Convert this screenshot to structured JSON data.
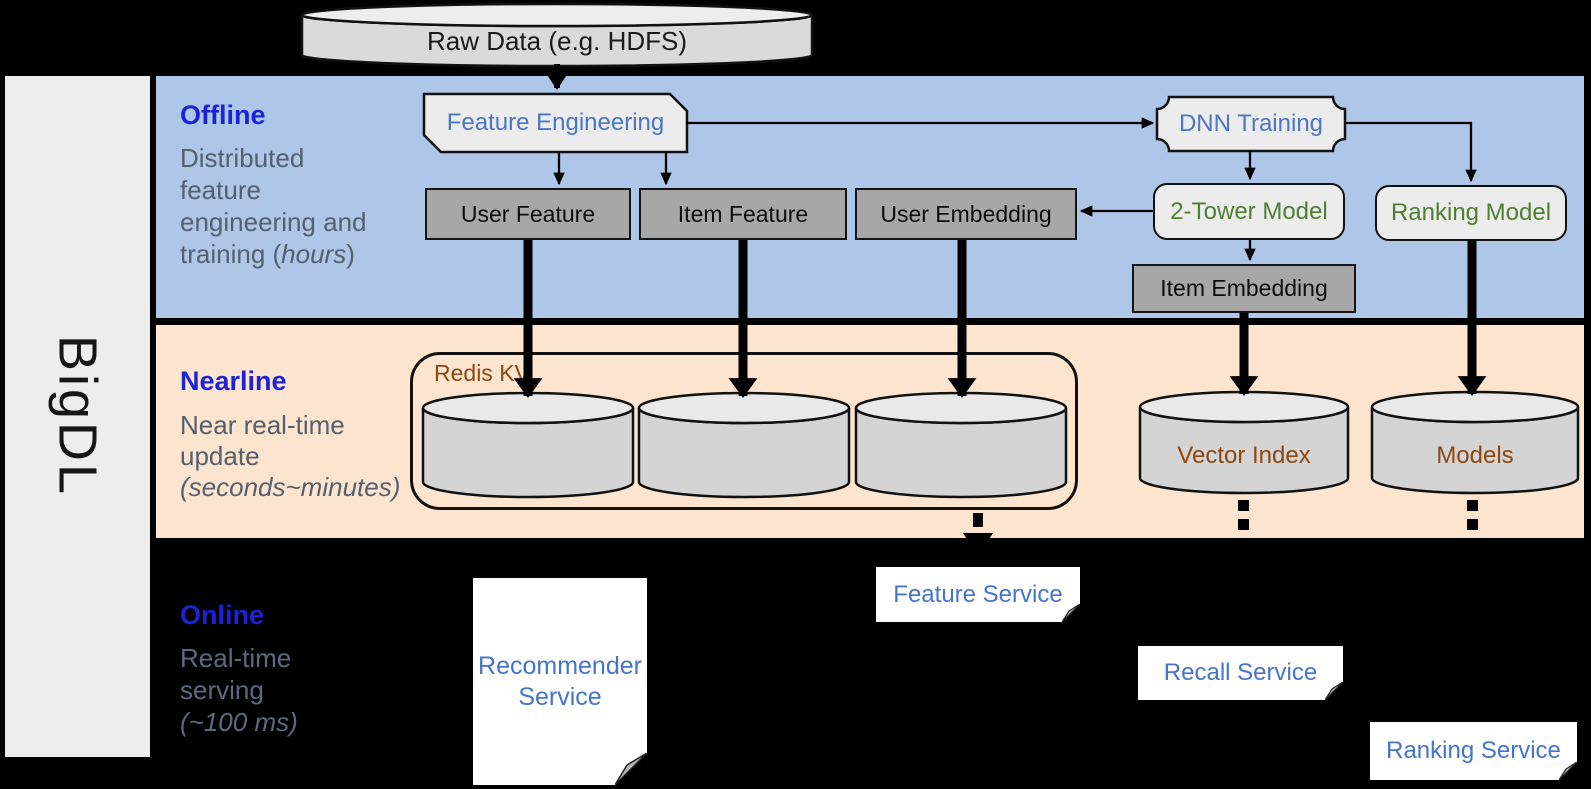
{
  "brand": "BigDL",
  "raw_data_label": "Raw Data (e.g. HDFS)",
  "offline": {
    "title": "Offline",
    "desc_lines": [
      "Distributed",
      "feature",
      "engineering and"
    ],
    "desc_last": "training (",
    "desc_italic": "hours",
    "desc_close": ")",
    "nodes": {
      "feature_engineering": "Feature Engineering",
      "dnn_training": "DNN Training",
      "user_feature": "User Feature",
      "item_feature": "Item Feature",
      "user_embedding": "User Embedding",
      "two_tower_model": "2-Tower Model",
      "ranking_model": "Ranking Model",
      "item_embedding": "Item Embedding"
    }
  },
  "nearline": {
    "title": "Nearline",
    "desc_lines": [
      "Near real-time",
      "update"
    ],
    "desc_italic": "(seconds~minutes)",
    "nodes": {
      "redis_kv": "Redis KV",
      "vector_index": "Vector Index",
      "models": "Models"
    }
  },
  "online": {
    "title": "Online",
    "desc_lines": [
      "Real-time",
      "serving"
    ],
    "desc_italic": "(~100 ms)",
    "nodes": {
      "recommender_service": "Recommender Service",
      "feature_service": "Feature Service",
      "recall_service": "Recall Service",
      "ranking_service": "Ranking Service"
    }
  },
  "colors": {
    "offline_band": "#aec6e8",
    "nearline_band": "#fce4cf",
    "sidebar_bg": "#ededed",
    "section_title_blue": "#1c22d8",
    "section_desc_slate": "#55606e",
    "node_label_blue": "#4a77c4",
    "model_label_green": "#4e8032",
    "store_label_brown": "#8e4710",
    "gray_box_fill": "#a7a7a7",
    "light_shape_fill": "#ececec",
    "cylinder_fill": "#d4d4d4",
    "service_text_blue": "#4575c8",
    "arrow_black": "#000000"
  }
}
